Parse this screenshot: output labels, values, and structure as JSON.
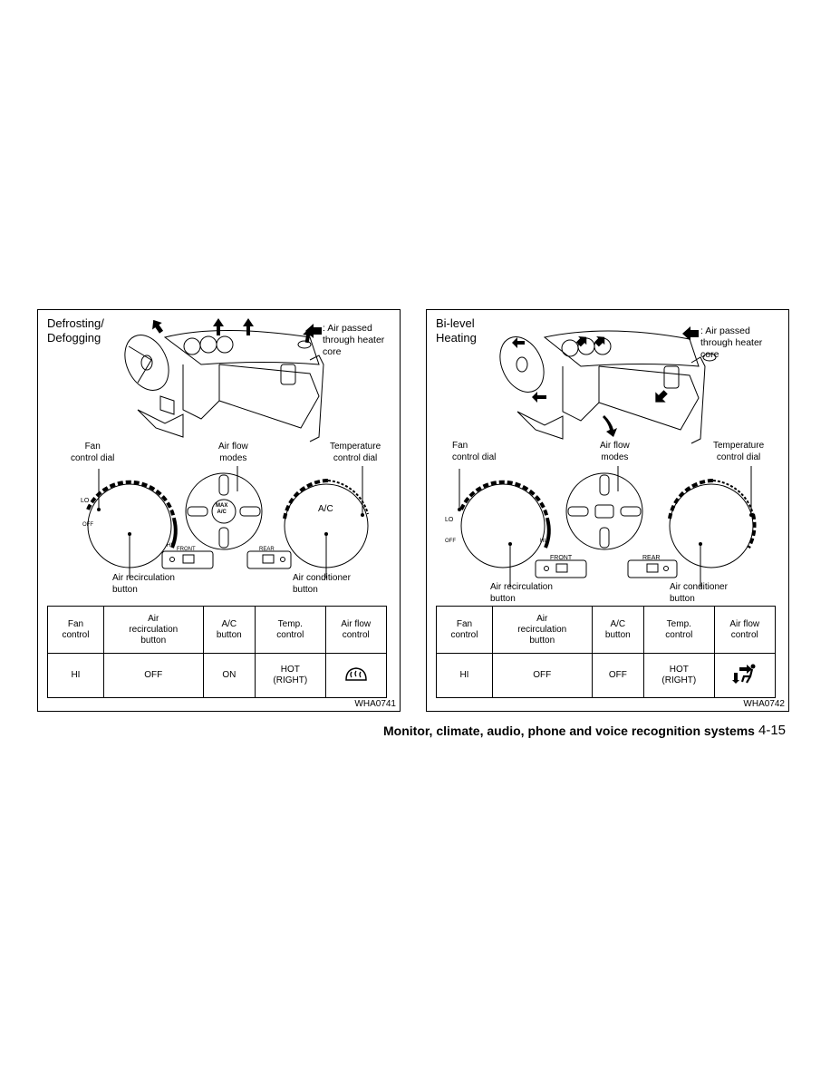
{
  "left": {
    "title_line1": "Defrosting/",
    "title_line2": "Defogging",
    "legend": ": Air passed\nthrough heater\ncore",
    "labels": {
      "fan_dial": "Fan\ncontrol dial",
      "air_flow_modes": "Air flow\nmodes",
      "temp_dial": "Temperature\ncontrol dial",
      "recirc_button": "Air recirculation\nbutton",
      "ac_button": "Air conditioner\nbutton",
      "front": "FRONT",
      "rear": "REAR",
      "lo": "LO",
      "off": "OFF",
      "hi": "HI",
      "max_ac": "MAX\nA/C",
      "ac_dial": "A/C"
    },
    "table": {
      "headers": [
        "Fan\ncontrol",
        "Air\nrecirculation\nbutton",
        "A/C\nbutton",
        "Temp.\ncontrol",
        "Air flow\ncontrol"
      ],
      "values": [
        "HI",
        "OFF",
        "ON",
        "HOT\n(RIGHT)"
      ],
      "airflow_icon": "defrost-icon"
    },
    "code": "WHA0741"
  },
  "right": {
    "title_line1": "Bi-level",
    "title_line2": "Heating",
    "legend": ": Air passed\nthrough heater\ncore",
    "labels": {
      "fan_dial": "Fan\ncontrol dial",
      "air_flow_modes": "Air flow\nmodes",
      "temp_dial": "Temperature\ncontrol dial",
      "recirc_button": "Air recirculation\nbutton",
      "ac_button": "Air conditioner\nbutton",
      "front": "FRONT",
      "rear": "REAR",
      "lo": "LO",
      "off": "OFF",
      "hi": "HI"
    },
    "table": {
      "headers": [
        "Fan\ncontrol",
        "Air\nrecirculation\nbutton",
        "A/C\nbutton",
        "Temp.\ncontrol",
        "Air flow\ncontrol"
      ],
      "values": [
        "HI",
        "OFF",
        "OFF",
        "HOT\n(RIGHT)"
      ],
      "airflow_icon": "bi-level-icon"
    },
    "code": "WHA0742"
  },
  "footer": {
    "section": "Monitor, climate, audio, phone and voice recognition systems",
    "page": "4-15"
  }
}
